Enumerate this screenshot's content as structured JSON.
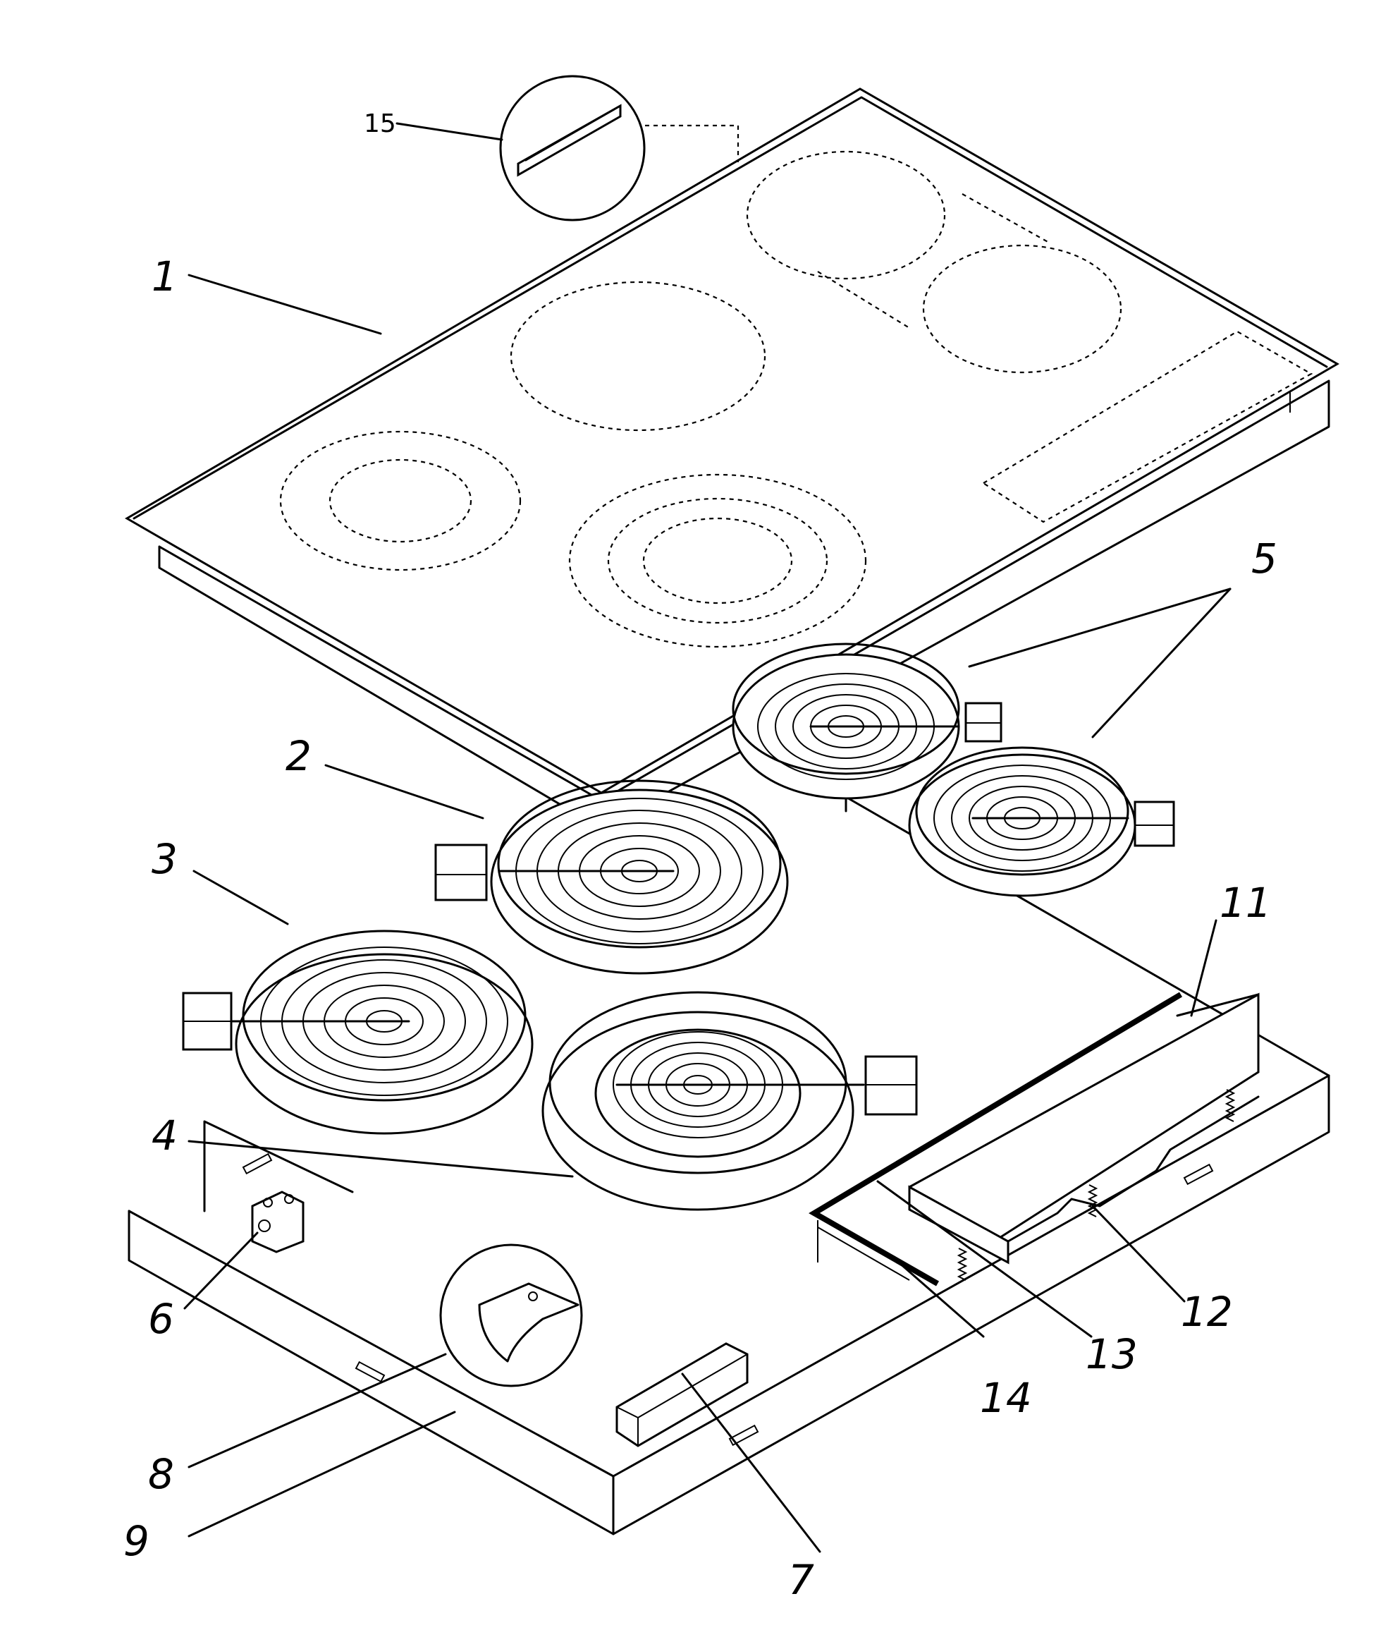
{
  "diagram": {
    "kind": "exploded view",
    "line_color": "#000000",
    "background": "#ffffff"
  },
  "callouts": {
    "c1": "1",
    "c2": "2",
    "c3": "3",
    "c4": "4",
    "c5": "5",
    "c6": "6",
    "c7": "7",
    "c8": "8",
    "c9": "9",
    "c11": "11",
    "c12": "12",
    "c13": "13",
    "c14": "14",
    "c15": "15"
  }
}
